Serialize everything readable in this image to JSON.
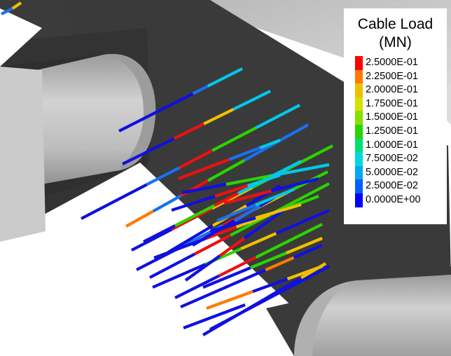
{
  "legend": {
    "title": "Cable Load\n(MN)",
    "entries": [
      {
        "label": "2.5000E-01",
        "color": "#ff0000"
      },
      {
        "label": "2.2500E-01",
        "color": "#ff7a00"
      },
      {
        "label": "2.0000E-01",
        "color": "#f0c000"
      },
      {
        "label": "1.7500E-01",
        "color": "#d8e000"
      },
      {
        "label": "1.5000E-01",
        "color": "#86e000"
      },
      {
        "label": "1.2500E-01",
        "color": "#2ad400"
      },
      {
        "label": "1.0000E-01",
        "color": "#00e070"
      },
      {
        "label": "7.5000E-02",
        "color": "#00d8e0"
      },
      {
        "label": "5.0000E-02",
        "color": "#00a8f0"
      },
      {
        "label": "2.5000E-02",
        "color": "#0060ff"
      },
      {
        "label": "0.0000E+00",
        "color": "#0000ff"
      }
    ]
  },
  "scene": {
    "description_colors": {
      "background": "#ffffff",
      "dark_face": "#3a3a3a",
      "cylinder_light": "#c8c8c8",
      "cylinder_dark": "#8a8a8a"
    }
  }
}
